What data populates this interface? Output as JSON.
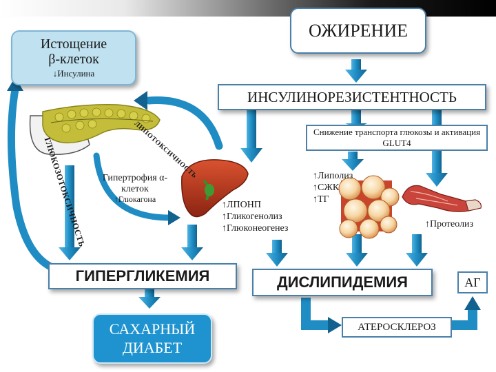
{
  "nodes": {
    "obesity": "ОЖИРЕНИЕ",
    "insulin_resistance": "ИНСУЛИНОРЕЗИСТЕНТНОСТЬ",
    "glucose_transport": "Снижение транспорта глюкозы и активация GLUT4",
    "beta_depletion_title": "Истощение β-клеток",
    "beta_depletion_note": "↓Инсулина",
    "alpha_hypertrophy_title": "Гипертрофия α-клеток",
    "alpha_hypertrophy_note": "↑Глюкагона",
    "hyperglycemia": "ГИПЕРГЛИКЕМИЯ",
    "diabetes": "САХАРНЫЙ ДИАБЕТ",
    "dyslipidemia": "ДИСЛИПИДЕМИЯ",
    "ag": "АГ",
    "atherosclerosis": "АТЕРОСКЛЕРОЗ"
  },
  "labels": {
    "lipotoxicity": "ЛИПОТОКСИЧНОСТЬ",
    "glucotoxicity": "ГЛЮКОЗОТОКСИЧНОСТЬ",
    "liver_effects": [
      "↑ЛПОНП",
      "↑Гликогенолиз",
      "↑Глюконеогенез"
    ],
    "fat_effects": [
      "↑Липолиз",
      "↑СЖК",
      "↑ТГ"
    ],
    "muscle_effect": "↑Протеолиз"
  },
  "icons": [
    "pancreas-icon",
    "liver-icon",
    "adipose-tissue-icon",
    "muscle-icon"
  ],
  "colors": {
    "arrow": "#1f8dc4",
    "arrow_dark": "#12628f",
    "diabetes_fill": "#1e93d0",
    "box_border": "#5e8fb3",
    "beta_box_fill": "#bfe1f0",
    "liver": "#b8361d",
    "pancreas": "#c4bd3a",
    "fat": "#e7a56a",
    "muscle": "#c9443a"
  }
}
